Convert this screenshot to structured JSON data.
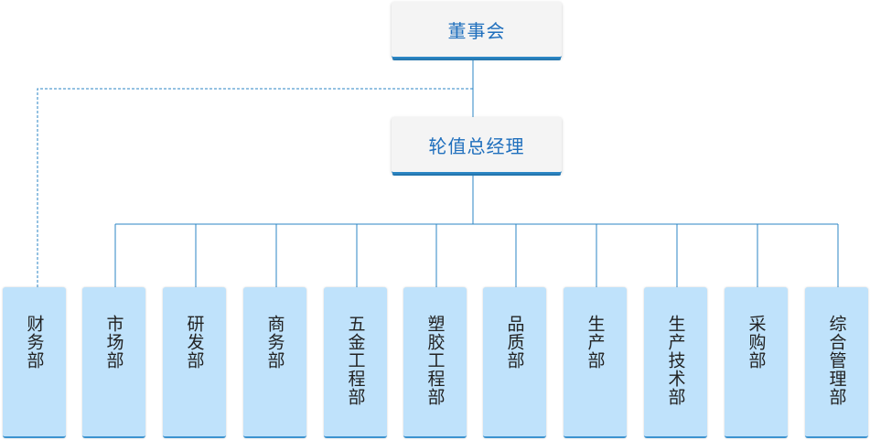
{
  "board": {
    "label": "董事会"
  },
  "ceo": {
    "label": "轮值总经理"
  },
  "departments": [
    {
      "label": "财务部"
    },
    {
      "label": "市场部"
    },
    {
      "label": "研发部"
    },
    {
      "label": "商务部"
    },
    {
      "label": "五金工程部"
    },
    {
      "label": "塑胶工程部"
    },
    {
      "label": "品质部"
    },
    {
      "label": "生产部"
    },
    {
      "label": "生产技术部"
    },
    {
      "label": "采购部"
    },
    {
      "label": "综合管理部"
    }
  ],
  "colors": {
    "line": "#2b86c5",
    "dept_fill": "#bfe2fb",
    "top_fill": "#f4f4f4",
    "top_text": "#1f6fbd"
  }
}
